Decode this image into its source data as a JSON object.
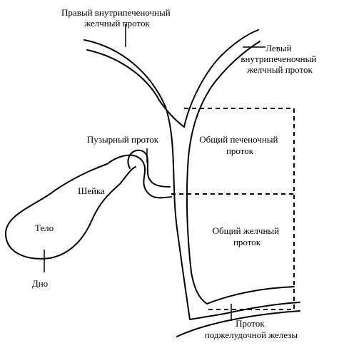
{
  "labels": {
    "right_hepatic_duct": [
      "Правый внутрипеченочный",
      "желчный проток"
    ],
    "left_hepatic_duct": [
      "Левый",
      "внутрипеченочный",
      "желчный проток"
    ],
    "cystic_duct": "Пузырный проток",
    "common_hepatic_duct": [
      "Общий печеночный",
      "проток"
    ],
    "neck": "Шейка",
    "body": "Тело",
    "common_bile_duct": [
      "Общий желчный",
      "проток"
    ],
    "fundus": "Дно",
    "pancreatic_duct": [
      "Проток",
      "поджелудочной железы"
    ]
  },
  "colors": {
    "stroke": "#000000",
    "background": "#ffffff"
  }
}
